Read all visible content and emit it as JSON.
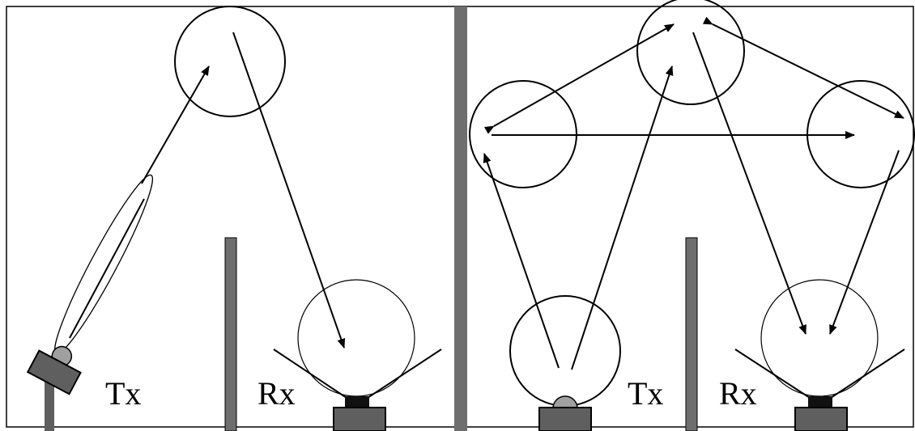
{
  "panels": [
    {
      "id": "left",
      "transmitter_label": "Tx",
      "receiver_label": "Rx",
      "description_kind": "directed-beam"
    },
    {
      "id": "right",
      "transmitter_label": "Tx",
      "receiver_label": "Rx",
      "description_kind": "diffuse"
    }
  ],
  "colors": {
    "line": "#000000",
    "wall": "#6e6e6e",
    "device_body": "#5f5f5f",
    "lens": "#a0a0a0",
    "detector": "#111111",
    "background": "#ffffff"
  }
}
